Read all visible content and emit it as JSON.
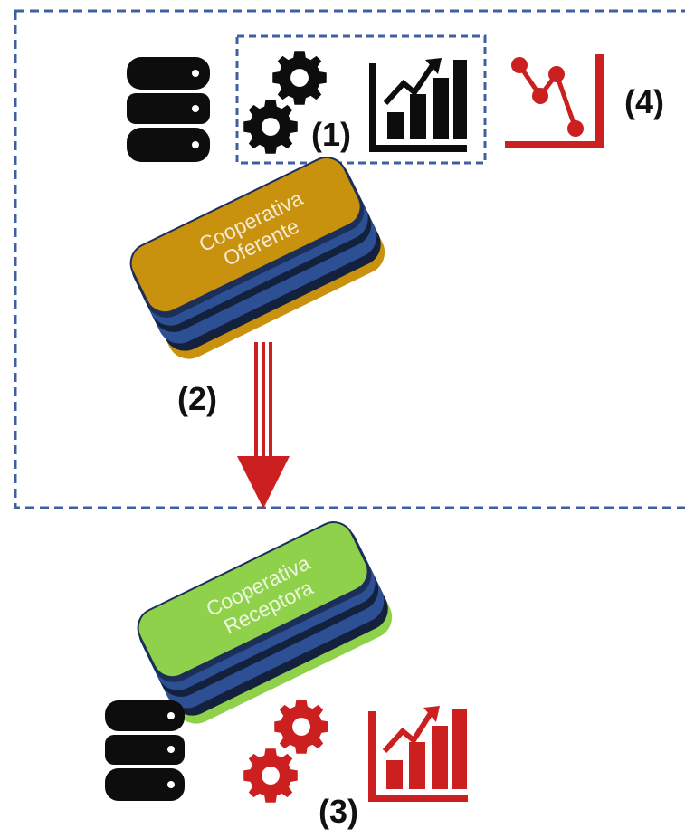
{
  "colors": {
    "frame": "#3f5fa0",
    "accent_red": "#cc1f1f",
    "icon_black": "#0d0d0d",
    "offerer_fill": "#c9920e",
    "receiver_fill": "#8fd14a",
    "box_edge": "#2d4f93"
  },
  "labels": {
    "step1": "(1)",
    "step2": "(2)",
    "step3": "(3)",
    "step4": "(4)"
  },
  "offerer": {
    "line1": "Cooperativa",
    "line2": "Oferente"
  },
  "receiver": {
    "line1": "Cooperativa",
    "line2": "Receptora"
  },
  "icons": {
    "top_database": "database-icon",
    "top_gears": "gears-icon",
    "top_chart": "bar-chart-icon",
    "trend": "line-chart-icon",
    "bottom_database": "database-icon",
    "bottom_gears": "gears-icon",
    "bottom_chart": "bar-chart-icon",
    "transfer": "arrow-down-icon"
  }
}
